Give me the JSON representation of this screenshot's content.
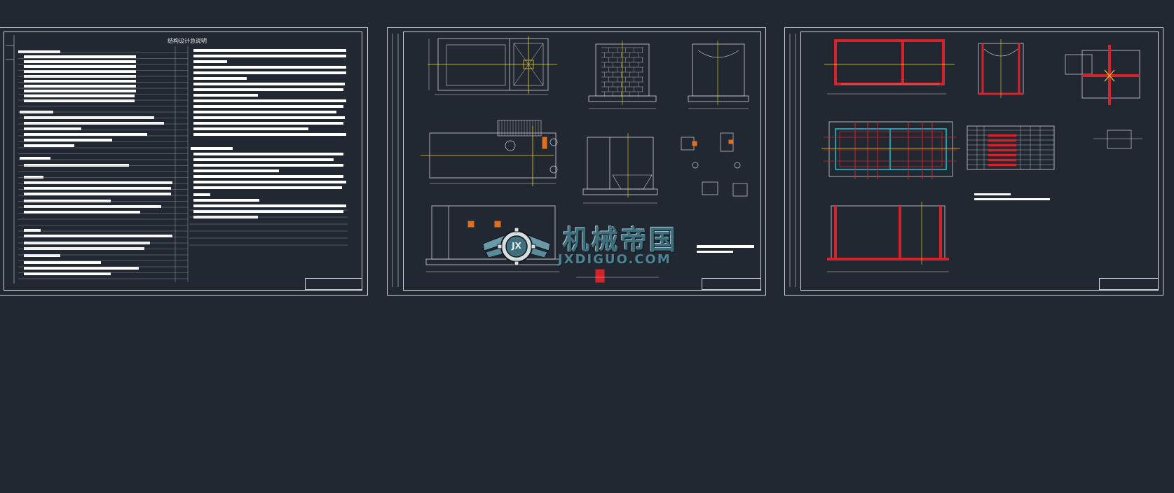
{
  "sheets": [
    {
      "id": "structural-notes",
      "title": "结构设计总说明"
    },
    {
      "id": "plan-section-drawings"
    },
    {
      "id": "reinforcement-drawings"
    }
  ],
  "watermark": {
    "chinese": "机械帝国",
    "english": "JXDIGUO.COM",
    "badge": "JX"
  },
  "colors": {
    "background": "#222831",
    "linework": "#cfd3d6",
    "rebar": "#d4232b",
    "centerline": "#e9d51d",
    "cyan": "#18c6d4",
    "text_block": "#ffffff"
  }
}
